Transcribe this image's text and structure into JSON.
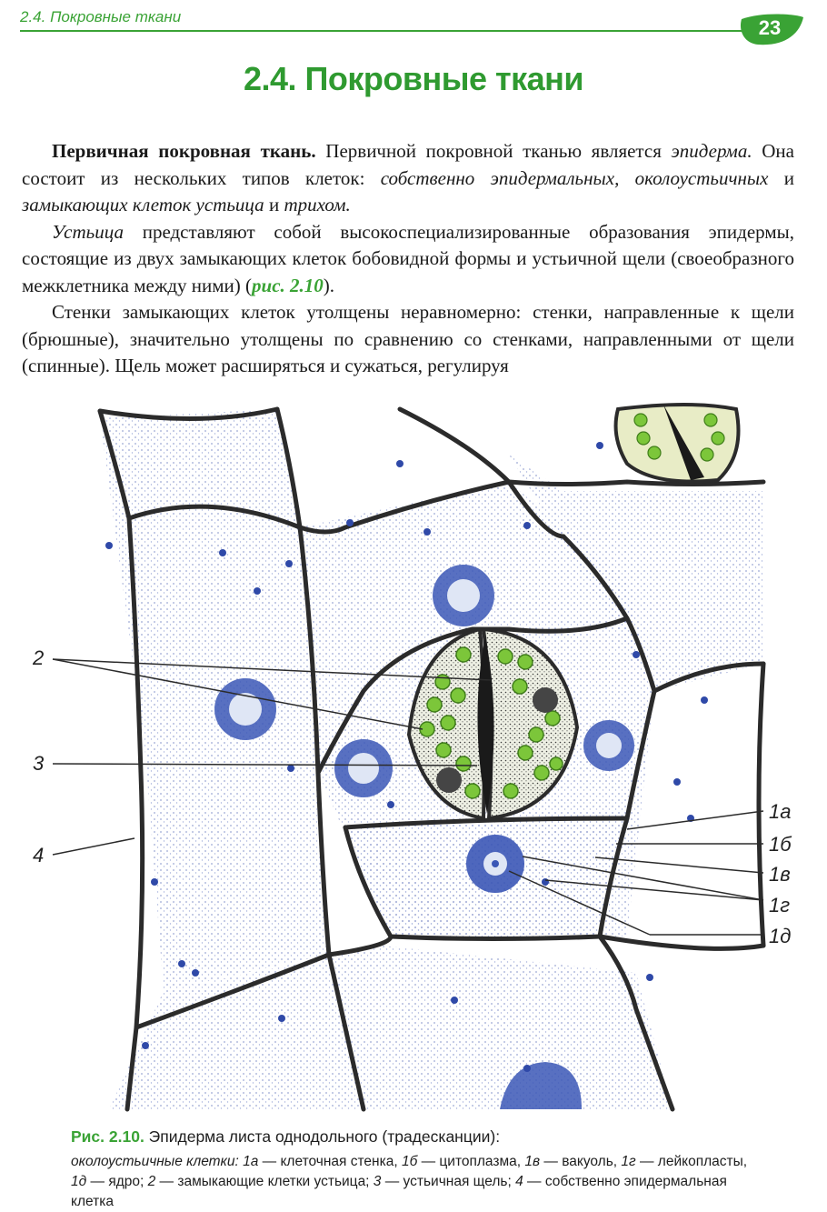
{
  "header": {
    "running_title": "2.4. Покровные ткани",
    "page_number": "23",
    "accent": "#3aa335"
  },
  "section": {
    "title": "2.4. Покровные ткани"
  },
  "paragraphs": [
    {
      "lead_bold": "Первичная покровная ткань.",
      "t1": " Первичной покровной тканью является ",
      "i1": "эпидерма.",
      "t2": " Она состоит из нескольких типов клеток: ",
      "i2": "собственно эпидермальных, околоустьичных",
      "t3": " и ",
      "i3": "замыкающих клеток устьица",
      "t4": " и ",
      "i4": "трихом."
    },
    {
      "i1": "Устьица",
      "t1": " представляют собой высокоспециализированные образования эпидермы, состоящие из двух замыкающих клеток бобовидной формы и устьичной щели (своеобразного межклетника между ними) (",
      "ref": "рис. 2.10",
      "t2": ")."
    },
    {
      "t1": "Стенки замыкающих клеток утолщены неравномерно: стенки, направленные к щели (брюшные), значительно утолщены по сравнению со стенками, направленными от щели (спинные). Щель может расширяться и сужаться, регулируя"
    }
  ],
  "figure": {
    "labels": {
      "l2": "2",
      "l3": "3",
      "l4": "4",
      "l1a": "1а",
      "l1b": "1б",
      "l1v": "1в",
      "l1g": "1г",
      "l1d": "1д"
    },
    "colors": {
      "wall": "#2b2b2b",
      "cytoplasm": "#3a56b5",
      "chloroplast": "#7cc63a",
      "slit": "#1a1a1a"
    }
  },
  "caption": {
    "num": "Рис. 2.10.",
    "title": " Эпидерма листа однодольного (традесканции):",
    "intro": "околоустьичные клетки:",
    "c1a_key": "1а",
    "c1a": " — клеточная стенка, ",
    "c1b_key": "1б",
    "c1b": " — цитоплазма, ",
    "c1v_key": "1в",
    "c1v": " — вакуоль, ",
    "c1g_key": "1г",
    "c1g": " — лейкопласты, ",
    "c1d_key": "1д",
    "c1d": " — ядро; ",
    "c2_key": "2",
    "c2": " — замыкающие клетки устьица; ",
    "c3_key": "3",
    "c3": " — устьичная щель; ",
    "c4_key": "4",
    "c4": " — собственно эпидермальная клетка"
  }
}
